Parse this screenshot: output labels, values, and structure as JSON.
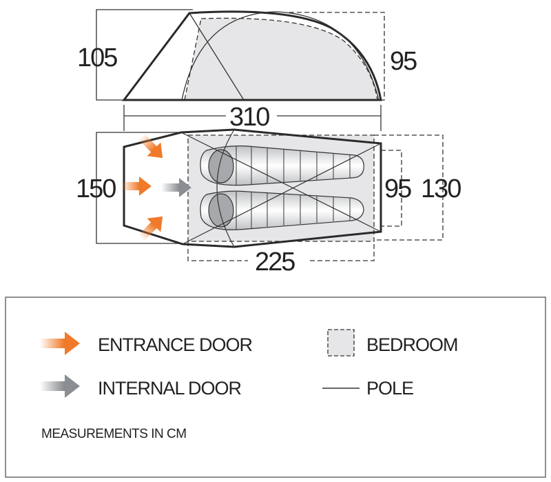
{
  "diagram": {
    "side_view": {
      "height_outer": "105",
      "height_inner": "95",
      "length": "310"
    },
    "plan_view": {
      "width_outer": "150",
      "bedroom_width_inner": "95",
      "bedroom_width_outer": "130",
      "bedroom_length": "225"
    }
  },
  "legend": {
    "entrance_door": "ENTRANCE DOOR",
    "internal_door": "INTERNAL DOOR",
    "bedroom": "BEDROOM",
    "pole": "POLE",
    "note": "MEASUREMENTS IN CM"
  },
  "colors": {
    "entrance_arrow": "#f07a2a",
    "internal_arrow": "#8a8d91",
    "bedroom_fill": "#e6e6e8",
    "outline": "#2a2a2a"
  }
}
